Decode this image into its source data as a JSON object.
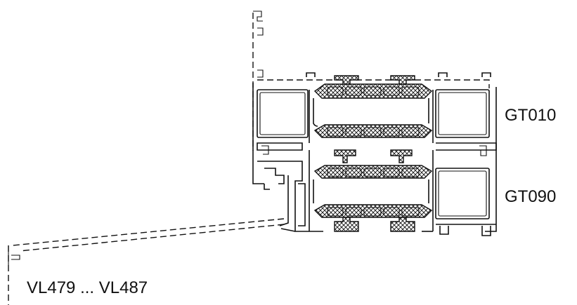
{
  "labels": {
    "top_profile": "GT010",
    "bottom_profile": "GT090",
    "sill_range": "VL479 ... VL487"
  },
  "colors": {
    "line": "#111111",
    "background": "#ffffff"
  },
  "icons": {
    "insulation_fill": "crosshatch-pattern"
  }
}
